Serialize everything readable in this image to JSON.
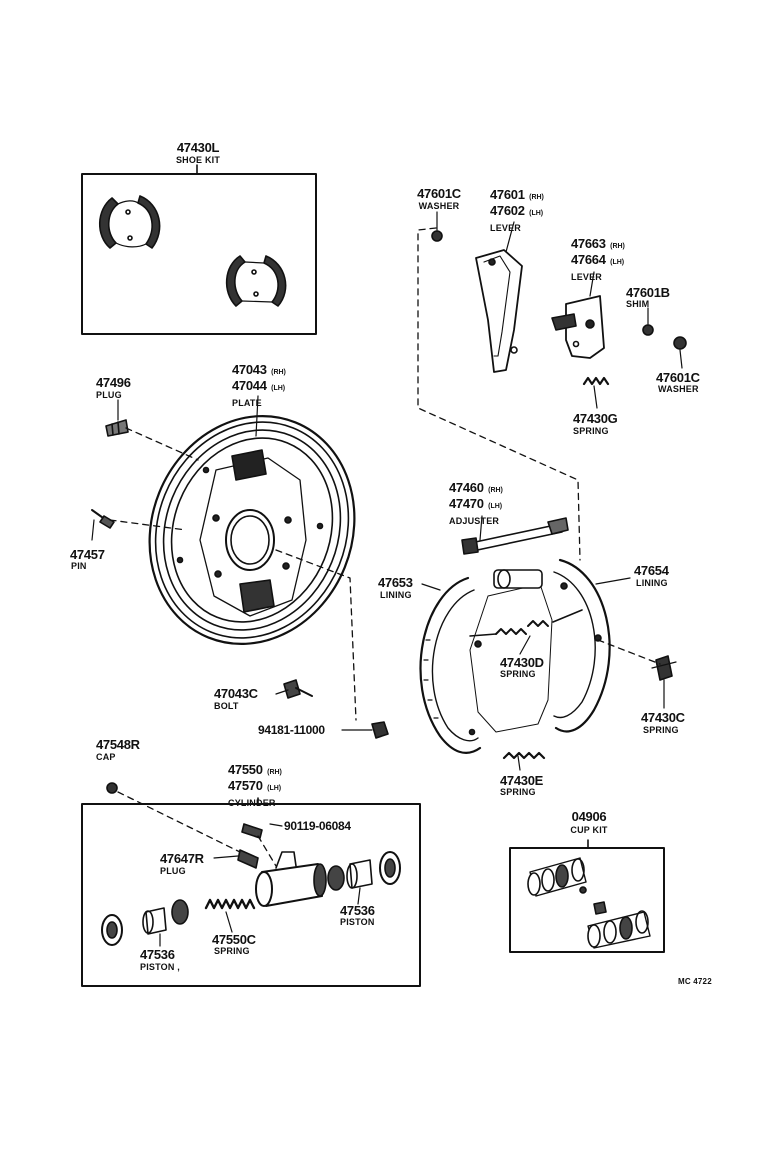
{
  "labels": {
    "shoe_kit": {
      "number": "47430L",
      "name": "SHOE KIT"
    },
    "washer_c_top": {
      "number": "47601C",
      "name": "WASHER"
    },
    "lever_1": {
      "number_rh": "47601",
      "side_rh": "(RH)",
      "number_lh": "47602",
      "side_lh": "(LH)",
      "name": "LEVER"
    },
    "lever_2": {
      "number_rh": "47663",
      "side_rh": "(RH)",
      "number_lh": "47664",
      "side_lh": "(LH)",
      "name": "LEVER"
    },
    "shim": {
      "number": "47601B",
      "name": "SHIM"
    },
    "washer_c_right": {
      "number": "47601C",
      "name": "WASHER"
    },
    "spring_g": {
      "number": "47430G",
      "name": "SPRING"
    },
    "plug_496": {
      "number": "47496",
      "name": "PLUG"
    },
    "plate": {
      "number_rh": "47043",
      "side_rh": "(RH)",
      "number_lh": "47044",
      "side_lh": "(LH)",
      "name": "PLATE"
    },
    "pin": {
      "number": "47457",
      "name": "PIN"
    },
    "adjuster": {
      "number_rh": "47460",
      "side_rh": "(RH)",
      "number_lh": "47470",
      "side_lh": "(LH)",
      "name": "ADJUSTER"
    },
    "lining_653": {
      "number": "47653",
      "name": "LINING"
    },
    "lining_654": {
      "number": "47654",
      "name": "LINING"
    },
    "spring_d": {
      "number": "47430D",
      "name": "SPRING"
    },
    "spring_c": {
      "number": "47430C",
      "name": "SPRING"
    },
    "bolt": {
      "number": "47043C",
      "name": "BOLT"
    },
    "nut": {
      "number": "94181-11000"
    },
    "spring_e": {
      "number": "47430E",
      "name": "SPRING"
    },
    "cap": {
      "number": "47548R",
      "name": "CAP"
    },
    "cylinder": {
      "number_rh": "47550",
      "side_rh": "(RH)",
      "number_lh": "47570",
      "side_lh": "(LH)",
      "name": "CYLINDER"
    },
    "bleeder": {
      "number": "90119-06084"
    },
    "plug_647": {
      "number": "47647R",
      "name": "PLUG"
    },
    "piston_right": {
      "number": "47536",
      "name": "PISTON"
    },
    "piston_left": {
      "number": "47536",
      "name": "PISTON ,"
    },
    "spring_550c": {
      "number": "47550C",
      "name": "SPRING"
    },
    "cup_kit": {
      "number": "04906",
      "name": "CUP KIT"
    },
    "diagram_code": "MC 4722"
  }
}
